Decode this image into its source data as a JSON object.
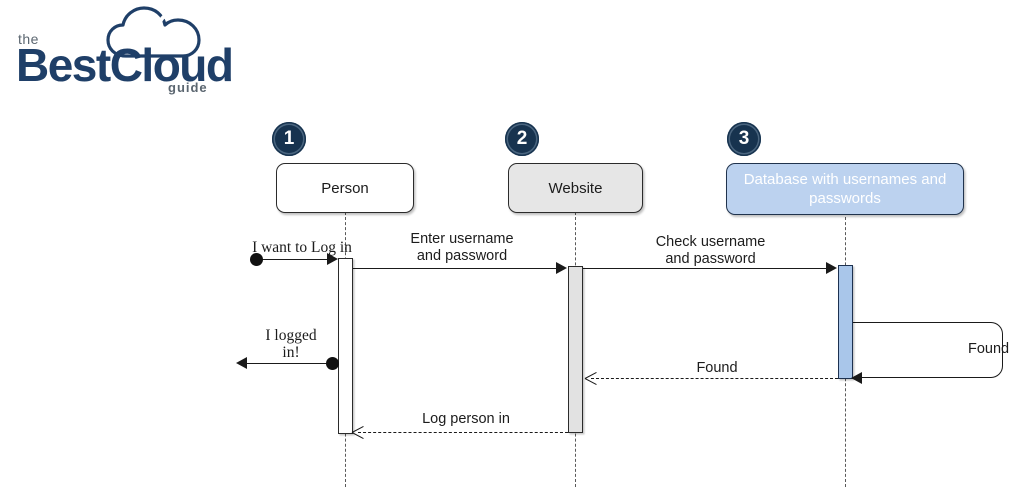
{
  "logo": {
    "the": "the",
    "name": "BestCloud",
    "guide": "guide",
    "icon": "cloud-icon",
    "brand_color": "#1f3f68"
  },
  "diagram": {
    "type": "sequence-diagram",
    "participants": [
      {
        "number": "1",
        "label": "Person",
        "fill": "#ffffff",
        "text_color": "#1c1c1c"
      },
      {
        "number": "2",
        "label": "Website",
        "fill": "#e6e6e6",
        "text_color": "#1c1c1c"
      },
      {
        "number": "3",
        "label": "Database with usernames\nand passwords",
        "fill": "#bcd2ef",
        "text_color": "#ffffff"
      }
    ],
    "messages": [
      {
        "label": "I want to Log in",
        "from": "start",
        "to": "Person",
        "style": "solid",
        "direction": "right",
        "has_start_dot": true
      },
      {
        "label": "Enter username\nand password",
        "from": "Person",
        "to": "Website",
        "style": "solid",
        "direction": "right",
        "has_start_dot": false
      },
      {
        "label": "Check username\nand password",
        "from": "Website",
        "to": "Database",
        "style": "solid",
        "direction": "right",
        "has_start_dot": false
      },
      {
        "label": "Found",
        "from": "Database",
        "to": "Database",
        "style": "solid",
        "direction": "self",
        "has_start_dot": false
      },
      {
        "label": "I logged\nin!",
        "from": "Person",
        "to": "end",
        "style": "solid",
        "direction": "left",
        "has_start_dot": true
      },
      {
        "label": "Found",
        "from": "Database",
        "to": "Website",
        "style": "dashed",
        "direction": "left",
        "has_start_dot": false
      },
      {
        "label": "Log person in",
        "from": "Website",
        "to": "Person",
        "style": "dashed",
        "direction": "left",
        "has_start_dot": false
      }
    ]
  }
}
